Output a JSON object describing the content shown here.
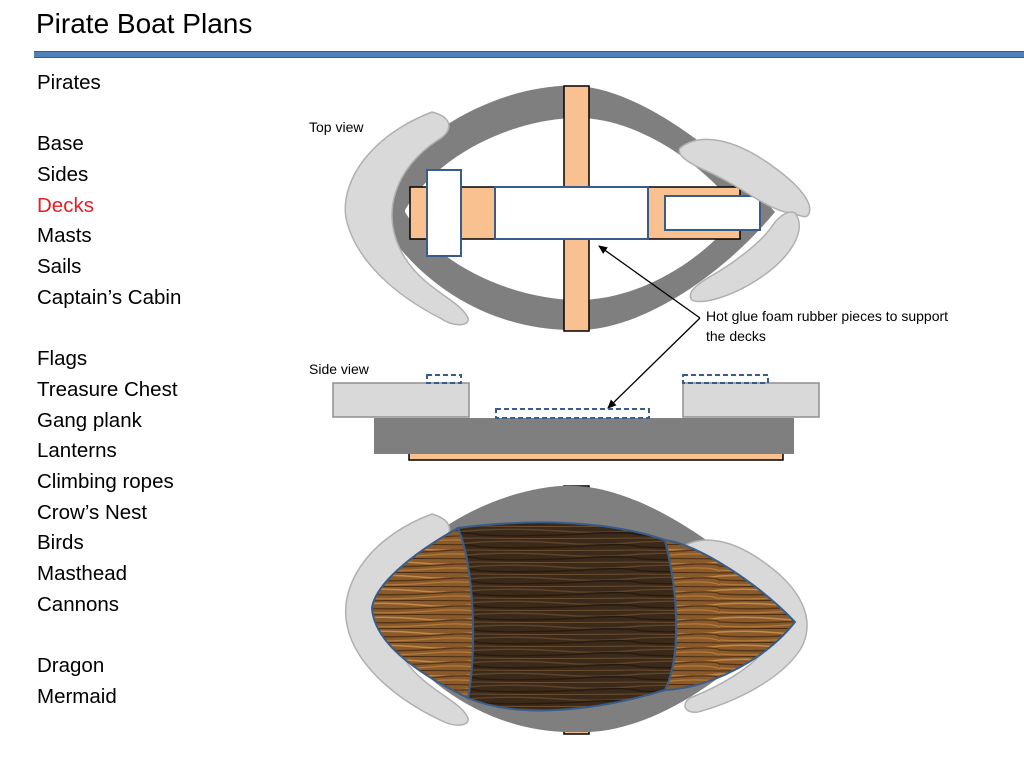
{
  "slide": {
    "title": "Pirate Boat Plans"
  },
  "menu": {
    "items": [
      {
        "label": "Pirates",
        "active": false
      },
      {
        "label": "",
        "active": false
      },
      {
        "label": "Base",
        "active": false
      },
      {
        "label": "Sides",
        "active": false
      },
      {
        "label": "Decks",
        "active": true
      },
      {
        "label": "Masts",
        "active": false
      },
      {
        "label": "Sails",
        "active": false
      },
      {
        "label": "Captain’s Cabin",
        "active": false
      },
      {
        "label": "",
        "active": false
      },
      {
        "label": "Flags",
        "active": false
      },
      {
        "label": "Treasure Chest",
        "active": false
      },
      {
        "label": "Gang plank",
        "active": false
      },
      {
        "label": "Lanterns",
        "active": false
      },
      {
        "label": "Climbing ropes",
        "active": false
      },
      {
        "label": "Crow’s Nest",
        "active": false
      },
      {
        "label": "Birds",
        "active": false
      },
      {
        "label": "Masthead",
        "active": false
      },
      {
        "label": "Cannons",
        "active": false
      },
      {
        "label": "",
        "active": false
      },
      {
        "label": "Dragon",
        "active": false
      },
      {
        "label": "Mermaid",
        "active": false
      }
    ]
  },
  "diagram": {
    "top_view_label": "Top view",
    "side_view_label": "Side view",
    "annotation": "Hot glue foam rubber pieces to support the decks"
  },
  "colors": {
    "accent_rule": "#4f81bd",
    "active_item": "#e81e25",
    "hull_dark": "#7f7f7f",
    "hull_light": "#d9d9d9",
    "foam": "#f9c090",
    "deck_outline": "#385d8a",
    "wood_light": "#8b5a2b",
    "wood_dark": "#3b2a1a"
  }
}
